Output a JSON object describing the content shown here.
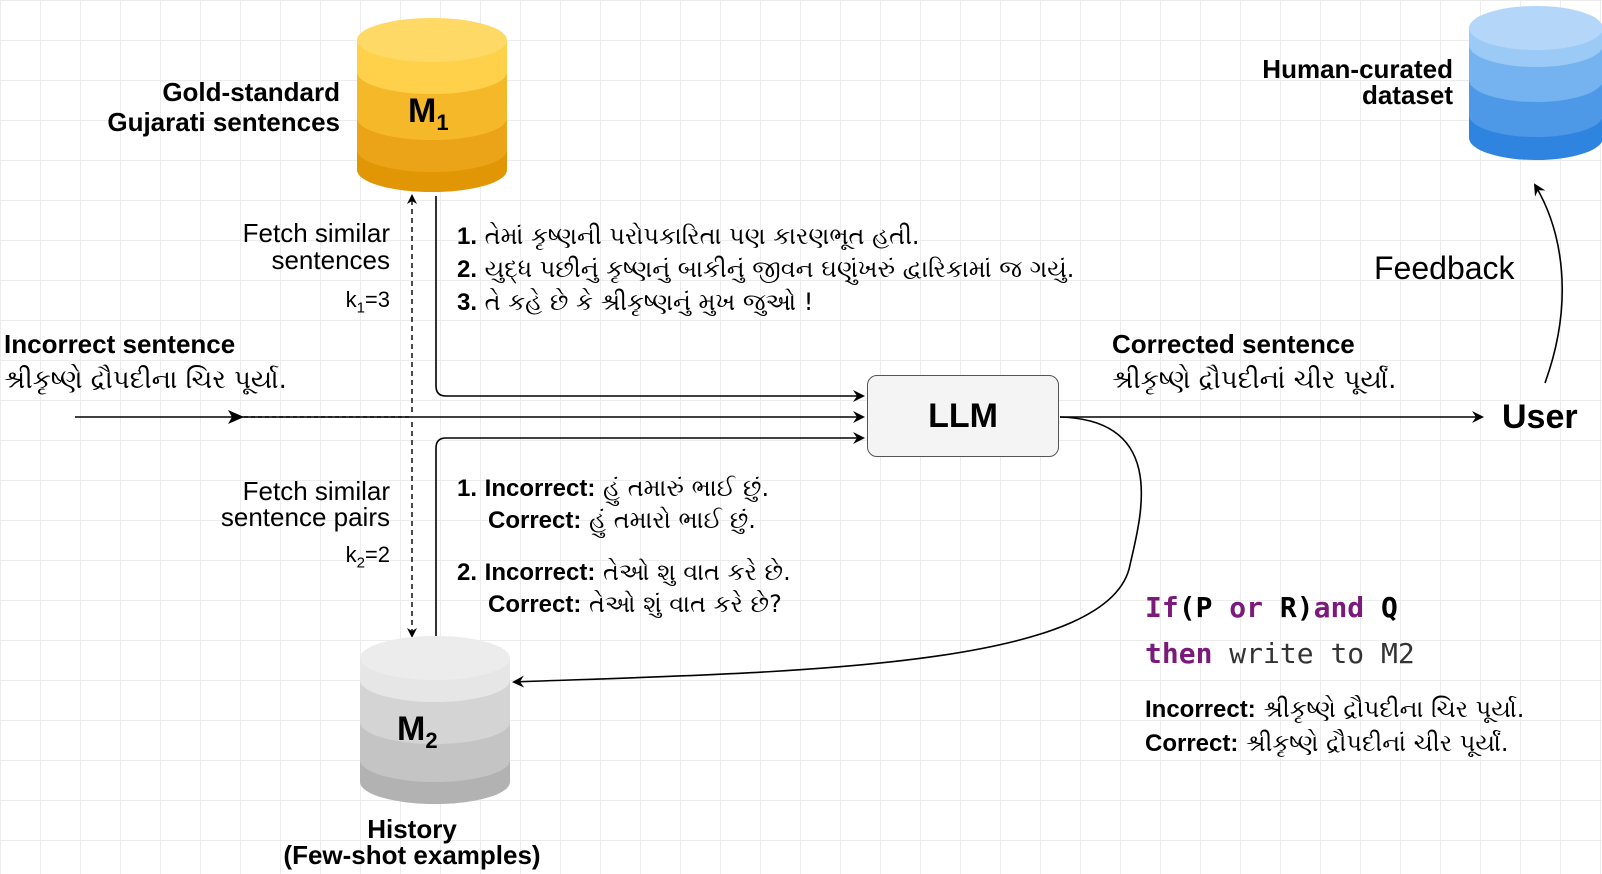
{
  "m1": {
    "label": "M",
    "subscript": "1",
    "caption_line1": "Gold-standard",
    "caption_line2": "Gujarati sentences",
    "colors": [
      "#ffd04a",
      "#f5b829",
      "#eba317",
      "#e19606"
    ]
  },
  "m2": {
    "label": "M",
    "subscript": "2",
    "caption_line1": "History",
    "caption_line2": "(Few-shot examples)",
    "colors": [
      "#e6e6e6",
      "#d4d4d4",
      "#c4c4c4",
      "#b2b2b2"
    ]
  },
  "dataset": {
    "caption_line1": "Human-curated",
    "caption_line2": "dataset",
    "colors": [
      "#9ccaf6",
      "#74b2f0",
      "#4e98e8",
      "#2f84e0"
    ]
  },
  "input": {
    "heading": "Incorrect sentence",
    "sentence": "શ્રીકૃષ્ણે દ્રૌપદીના ચિર પૂર્યા."
  },
  "fetch_top": {
    "line1": "Fetch similar",
    "line2": "sentences",
    "k_label": "k",
    "k_sub": "1",
    "k_value": "=3"
  },
  "fetch_bottom": {
    "line1": "Fetch similar",
    "line2": "sentence pairs",
    "k_label": "k",
    "k_sub": "2",
    "k_value": "=2"
  },
  "similar_sentences": [
    {
      "num": "1.",
      "text": "તેમાં કૃષ્ણની પરોપકારિતા પણ કારણભૂત હતી."
    },
    {
      "num": "2.",
      "text": "યુદ્ધ પછીનું કૃષ્ણનું બાકીનું જીવન ઘણુંખરું દ્વારિકામાં જ ગયું."
    },
    {
      "num": "3.",
      "text": "તે કહે છે કે શ્રીકૃષ્ણનું મુખ જુઓ !"
    }
  ],
  "few_shot_pairs": [
    {
      "num": "1.",
      "incorrect_label": "Incorrect:",
      "incorrect": "હું તમારું ભાઈ છું.",
      "correct_label": "Correct:",
      "correct": "હું તમારો ભાઈ છું."
    },
    {
      "num": "2.",
      "incorrect_label": "Incorrect:",
      "incorrect": "તેઓ શુ વાત કરે છે.",
      "correct_label": "Correct:",
      "correct": "તેઓ શું વાત કરે છે?"
    }
  ],
  "llm": {
    "label": "LLM"
  },
  "output": {
    "heading": "Corrected sentence",
    "sentence": "શ્રીકૃષ્ણે દ્રૌપદીનાં ચીર પૂર્યાં."
  },
  "user": {
    "label": "User"
  },
  "feedback": {
    "label": "Feedback"
  },
  "rule": {
    "kw_if": "If",
    "open": "(",
    "p": "P",
    "kw_or": "or",
    "r": "R",
    "close": ")",
    "kw_and": "and",
    "q": "Q",
    "kw_then": "then",
    "action": "write to M2",
    "incorrect_label": "Incorrect:",
    "incorrect": "શ્રીકૃષ્ણે દ્રૌપદીના ચિર પૂર્યા.",
    "correct_label": "Correct:",
    "correct": "શ્રીકૃષ્ણે દ્રૌપદીનાં ચીર પૂર્યાં."
  }
}
